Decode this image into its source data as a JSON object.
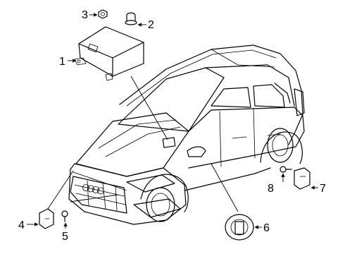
{
  "callouts": [
    {
      "id": "1",
      "label": "1"
    },
    {
      "id": "2",
      "label": "2"
    },
    {
      "id": "3",
      "label": "3"
    },
    {
      "id": "4",
      "label": "4"
    },
    {
      "id": "5",
      "label": "5"
    },
    {
      "id": "6",
      "label": "6"
    },
    {
      "id": "7",
      "label": "7"
    },
    {
      "id": "8",
      "label": "8"
    }
  ],
  "vehicle": {
    "grille_logo": "audi-rings-icon"
  }
}
